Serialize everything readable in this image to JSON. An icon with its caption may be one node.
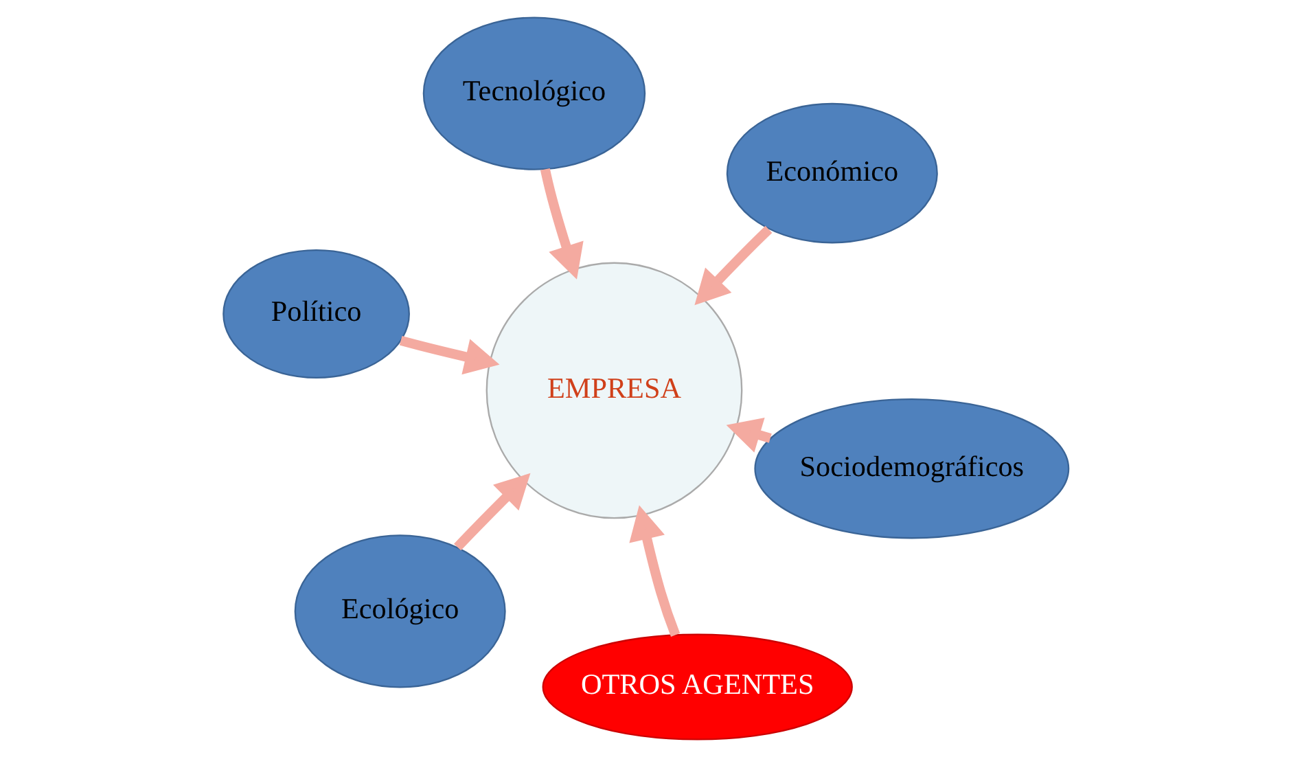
{
  "diagram": {
    "nodes": [
      {
        "text": [
          "Político"
        ]
      },
      {
        "text": [
          "Sociodemográficos"
        ]
      },
      {
        "text": [
          "OTROS AGENTES"
        ]
      },
      {
        "text": [
          "Tecnológico"
        ]
      },
      {
        "text": [
          "Económico"
        ]
      },
      {
        "text": [
          "EMPRESA"
        ]
      },
      {
        "text": [
          "Ecológico"
        ]
      }
    ],
    "edges": [
      {
        "from": 0,
        "to": 5,
        "arrow": "to"
      },
      {
        "from": 1,
        "to": 5,
        "arrow": "to"
      },
      {
        "from": 2,
        "to": 5,
        "arrow": "to"
      },
      {
        "from": 3,
        "to": 5,
        "arrow": "to"
      },
      {
        "from": 4,
        "to": 5,
        "arrow": "to"
      },
      {
        "from": 6,
        "to": 5,
        "arrow": "to"
      }
    ]
  }
}
